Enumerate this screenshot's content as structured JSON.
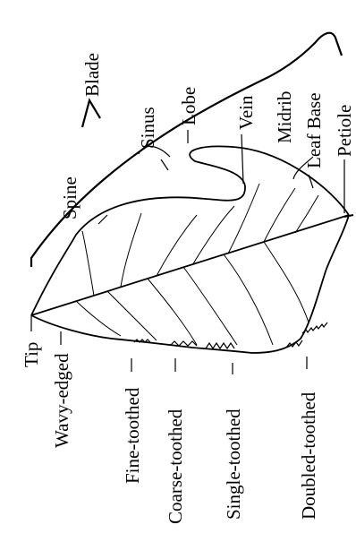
{
  "diagram": {
    "labels": {
      "blade": "Blade",
      "sinus": "Sinus",
      "lobe": "Lobe",
      "vein": "Vein",
      "midrib": "Midrib",
      "leaf_base": "Leaf Base",
      "petiole": "Petiole",
      "spine": "Spine",
      "tip": "Tip",
      "wavy_edged": "Wavy-edged",
      "fine_toothed": "Fine-toothed",
      "coarse_toothed": "Coarse-toothed",
      "single_toothed": "Single-toothed",
      "doubled_toothed": "Doubled-toothed"
    }
  }
}
